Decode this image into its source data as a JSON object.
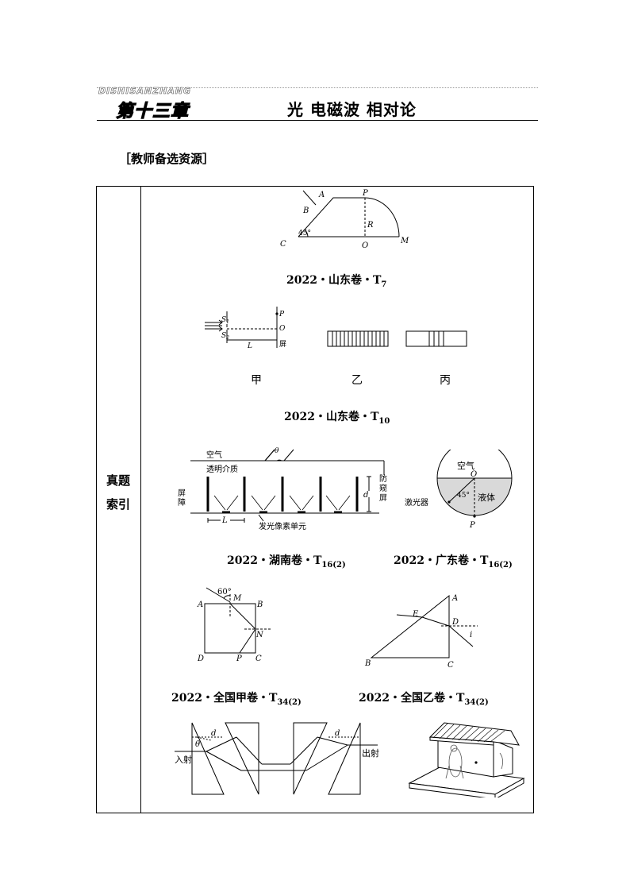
{
  "header": {
    "pinyin": "DISHISANZHANG",
    "chapter_name": "第十三章",
    "chapter_title": "光  电磁波  相对论"
  },
  "section_label": "［教师备选资源］",
  "table": {
    "side_label_line1": "真题",
    "side_label_line2": "索引"
  },
  "figures": {
    "fig1": {
      "labels": {
        "A": "A",
        "P": "P",
        "B": "B",
        "R": "R",
        "C": "C",
        "O": "O",
        "M": "M",
        "angle": "45°"
      },
      "caption": "2022・山东卷・T",
      "caption_sub": "7"
    },
    "fig2": {
      "labels": {
        "S1": "S",
        "S1_sub": "1",
        "S2": "S",
        "S2_sub": "2",
        "P": "P",
        "O": "O",
        "L": "L",
        "screen": "屏"
      },
      "panel_jia": "甲",
      "panel_yi": "乙",
      "panel_bing": "丙",
      "caption": "2022・山东卷・T",
      "caption_sub": "10"
    },
    "fig3": {
      "labels": {
        "air": "空气",
        "theta": "θ",
        "medium": "透明介质",
        "barrier1": "屏",
        "barrier2": "障",
        "anti1": "防",
        "anti2": "窥",
        "anti3": "屏",
        "d": "d",
        "L": "L",
        "pixel": "发光像素单元"
      },
      "caption": "2022・湖南卷・T",
      "caption_sub": "16(2)"
    },
    "fig4": {
      "labels": {
        "air": "空气",
        "O": "O",
        "laser": "激光器",
        "angle": "45°",
        "liquid": "液体",
        "P": "P"
      },
      "caption": "2022・广东卷・T",
      "caption_sub": "16(2)"
    },
    "fig5": {
      "labels": {
        "angle": "60°",
        "M": "M",
        "A": "A",
        "B": "B",
        "N": "N",
        "D": "D",
        "P": "P",
        "C": "C"
      },
      "caption": "2022・全国甲卷・T",
      "caption_sub": "34(2)"
    },
    "fig6": {
      "labels": {
        "A": "A",
        "E": "E",
        "D": "D",
        "i": "i",
        "B": "B",
        "C": "C"
      },
      "caption": "2022・全国乙卷・T",
      "caption_sub": "34(2)"
    },
    "fig7": {
      "labels": {
        "d1": "d",
        "theta": "θ",
        "in": "入射",
        "d2": "d",
        "out": "出射"
      }
    }
  }
}
